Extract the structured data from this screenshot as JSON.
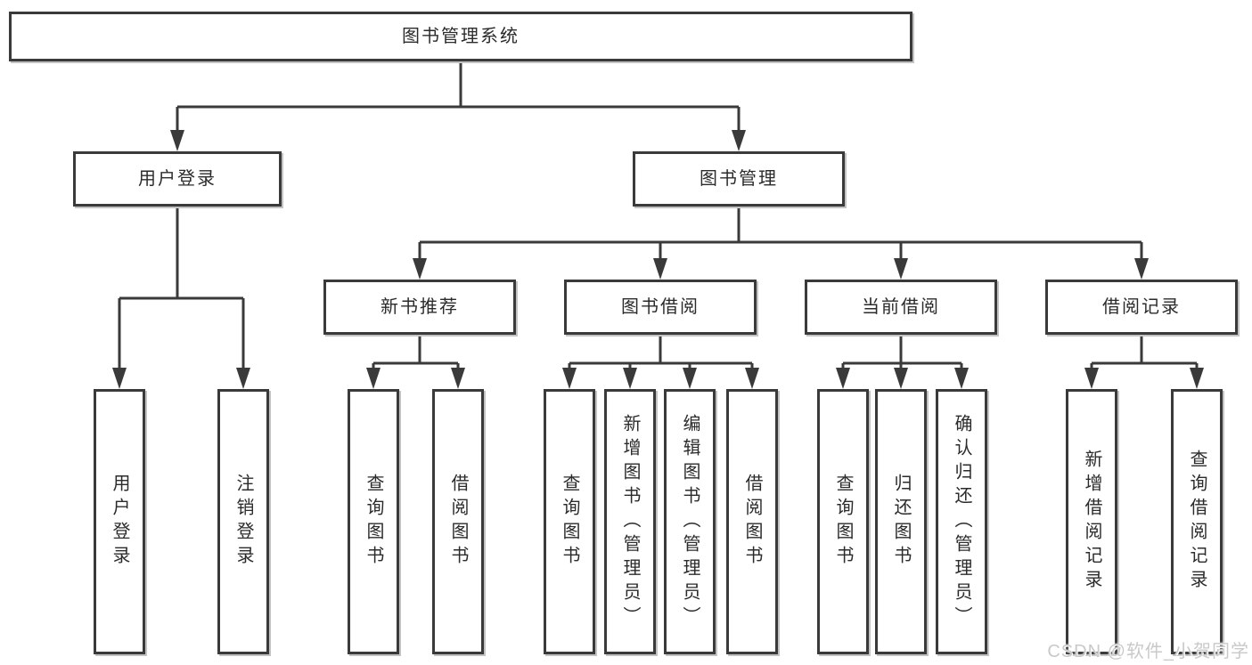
{
  "watermark": "CSDN @软件_小贺同学",
  "colors": {
    "line": "#3a3a3a",
    "text": "#2b2b2b",
    "watermark_text": "#c9c9c9",
    "background": "#ffffff"
  },
  "tree": {
    "label": "图书管理系统",
    "children": [
      {
        "label": "用户登录",
        "children": [
          {
            "label": "用户登录"
          },
          {
            "label": "注销登录"
          }
        ]
      },
      {
        "label": "图书管理",
        "children": [
          {
            "label": "新书推荐",
            "children": [
              {
                "label": "查询图书"
              },
              {
                "label": "借阅图书"
              }
            ]
          },
          {
            "label": "图书借阅",
            "children": [
              {
                "label": "查询图书"
              },
              {
                "label": "新增图书（管理员）"
              },
              {
                "label": "编辑图书（管理员）"
              },
              {
                "label": "借阅图书"
              }
            ]
          },
          {
            "label": "当前借阅",
            "children": [
              {
                "label": "查询图书"
              },
              {
                "label": "归还图书"
              },
              {
                "label": "确认归还（管理员）"
              }
            ]
          },
          {
            "label": "借阅记录",
            "children": [
              {
                "label": "新增借阅记录"
              },
              {
                "label": "查询借阅记录"
              }
            ]
          }
        ]
      }
    ]
  }
}
